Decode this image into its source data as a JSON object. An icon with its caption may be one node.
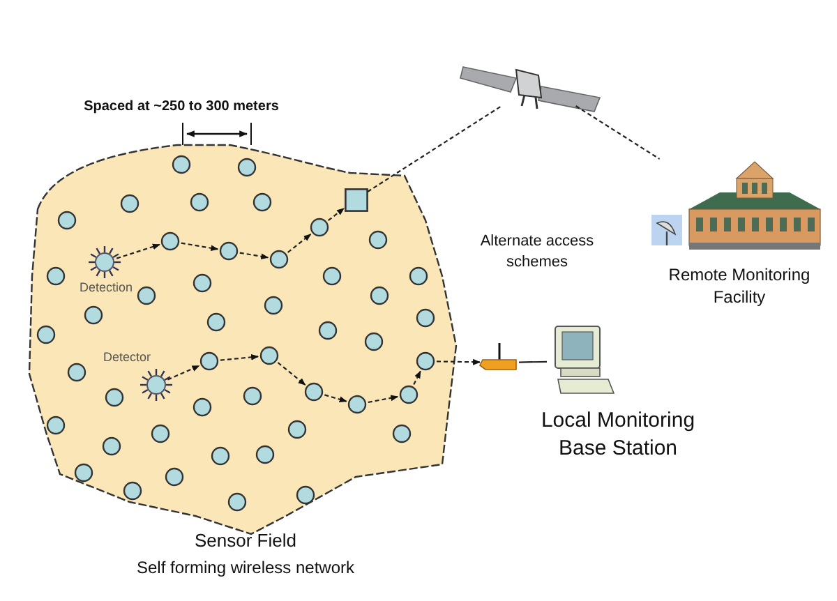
{
  "diagram": {
    "nodes": [
      {
        "text": [
          "Sensor Field",
          "Self forming wireless network"
        ]
      },
      {
        "text": [],
        "shape": "circle",
        "in": 0
      },
      {
        "text": [],
        "shape": "circle",
        "in": 0
      },
      {
        "text": [],
        "shape": "box",
        "in": 0
      },
      {
        "text": [],
        "shape": "circle",
        "in": 0
      },
      {
        "text": [],
        "shape": "circle",
        "in": 0
      },
      {
        "text": [],
        "shape": "circle",
        "in": 0
      },
      {
        "text": [],
        "shape": "circle",
        "in": 0
      },
      {
        "text": [],
        "shape": "circle",
        "in": 0
      },
      {
        "text": [],
        "shape": "circle",
        "in": 0
      },
      {
        "text": [],
        "shape": "circle",
        "in": 0
      },
      {
        "text": [],
        "shape": "circle",
        "in": 0
      },
      {
        "text": [],
        "shape": "circle",
        "in": 0
      },
      {
        "text": [],
        "shape": "star",
        "beside": [
          "Detection"
        ],
        "in": 0
      },
      {
        "text": [],
        "shape": "circle",
        "in": 0
      },
      {
        "text": [],
        "shape": "circle",
        "in": 0
      },
      {
        "text": [],
        "shape": "circle",
        "in": 0
      },
      {
        "text": [],
        "shape": "circle",
        "in": 0
      },
      {
        "text": [],
        "shape": "circle",
        "in": 0
      },
      {
        "text": [],
        "shape": "circle",
        "in": 0
      },
      {
        "text": [],
        "shape": "circle",
        "in": 0
      },
      {
        "text": [],
        "shape": "circle",
        "in": 0
      },
      {
        "text": [],
        "shape": "circle",
        "in": 0
      },
      {
        "text": [],
        "shape": "circle",
        "in": 0
      },
      {
        "text": [],
        "shape": "circle",
        "in": 0
      },
      {
        "text": [],
        "shape": "circle",
        "in": 0
      },
      {
        "text": [],
        "shape": "circle",
        "in": 0
      },
      {
        "text": [],
        "shape": "circle",
        "in": 0
      },
      {
        "text": [],
        "shape": "circle",
        "in": 0
      },
      {
        "text": [],
        "shape": "circle",
        "in": 0
      },
      {
        "text": [],
        "shape": "circle",
        "in": 0
      },
      {
        "text": [],
        "shape": "star",
        "beside": [
          "Detector"
        ],
        "in": 0
      },
      {
        "text": [],
        "shape": "circle",
        "in": 0
      },
      {
        "text": [],
        "shape": "circle",
        "in": 0
      },
      {
        "text": [],
        "shape": "circle",
        "in": 0
      },
      {
        "text": [],
        "shape": "circle",
        "in": 0
      },
      {
        "text": [],
        "shape": "circle",
        "in": 0
      },
      {
        "text": [],
        "shape": "circle",
        "in": 0
      },
      {
        "text": [],
        "shape": "circle",
        "in": 0
      },
      {
        "text": [],
        "shape": "circle",
        "in": 0
      },
      {
        "text": [],
        "shape": "circle",
        "in": 0
      },
      {
        "text": [],
        "shape": "circle",
        "in": 0
      },
      {
        "text": [],
        "shape": "circle",
        "in": 0
      },
      {
        "text": [],
        "shape": "circle",
        "in": 0
      },
      {
        "text": [],
        "shape": "circle",
        "in": 0
      },
      {
        "text": [],
        "shape": "circle",
        "in": 0
      },
      {
        "text": [],
        "shape": "circle",
        "in": 0
      },
      {
        "text": [],
        "shape": "circle",
        "in": 0
      },
      {
        "text": [],
        "shape": "circle",
        "in": 0
      },
      {
        "text": [],
        "shape": "circle",
        "in": 0
      },
      {
        "text": [],
        "shape": "picture"
      },
      {
        "text": [
          "Remote Monitoring Facility"
        ]
      },
      {
        "text": [],
        "shape": "picture"
      },
      {
        "text": [
          "Local Monitoring Base Station"
        ]
      }
    ],
    "edges": [
      {
        "from": 13,
        "to": 10,
        "arrow": "to",
        "style": "dashed"
      },
      {
        "from": 10,
        "to": 11,
        "arrow": "to",
        "style": "dashed"
      },
      {
        "from": 11,
        "to": 12,
        "arrow": "to",
        "style": "dashed"
      },
      {
        "from": 12,
        "to": 8,
        "arrow": "to",
        "style": "dashed"
      },
      {
        "from": 8,
        "to": 3,
        "arrow": "to",
        "style": "dashed"
      },
      {
        "from": 3,
        "to": 50,
        "arrow": "none",
        "style": "dashed"
      },
      {
        "from": 50,
        "to": 51,
        "arrow": "none",
        "style": "dashed"
      },
      {
        "from": 31,
        "to": 28,
        "arrow": "to",
        "style": "dashed"
      },
      {
        "from": 28,
        "to": 27,
        "arrow": "to",
        "style": "dashed"
      },
      {
        "from": 27,
        "to": 32,
        "arrow": "to",
        "style": "dashed"
      },
      {
        "from": 32,
        "to": 36,
        "arrow": "to",
        "style": "dashed"
      },
      {
        "from": 36,
        "to": 33,
        "arrow": "to",
        "style": "dashed"
      },
      {
        "from": 33,
        "to": 29,
        "arrow": "to",
        "style": "dashed"
      },
      {
        "from": 29,
        "to": 52,
        "arrow": "to",
        "style": "dashed"
      },
      {
        "from": 52,
        "to": 53,
        "arrow": "none"
      }
    ],
    "labels": [
      "Spaced at ~250 to 300 meters",
      "Alternate access schemes"
    ]
  }
}
